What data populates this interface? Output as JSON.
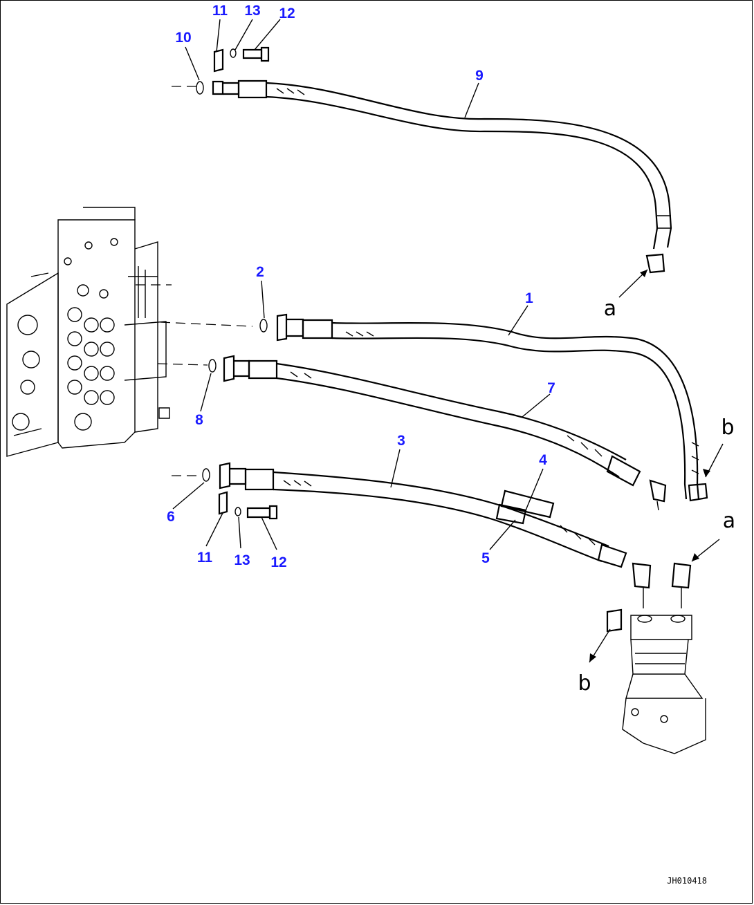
{
  "callouts": {
    "c1": "1",
    "c2": "2",
    "c3": "3",
    "c4": "4",
    "c5": "5",
    "c6": "6",
    "c7": "7",
    "c8": "8",
    "c9": "9",
    "c10": "10",
    "c11_top": "11",
    "c13_top": "13",
    "c12_top": "12",
    "c11_bottom": "11",
    "c13_bottom": "13",
    "c12_bottom": "12"
  },
  "connection_letters": {
    "a_upper": "a",
    "b_middle": "b",
    "a_lower": "a",
    "b_lower": "b"
  },
  "drawing_code": "JH010418",
  "colors": {
    "callout": "#1a1aff",
    "line": "#000000",
    "background": "#ffffff"
  }
}
